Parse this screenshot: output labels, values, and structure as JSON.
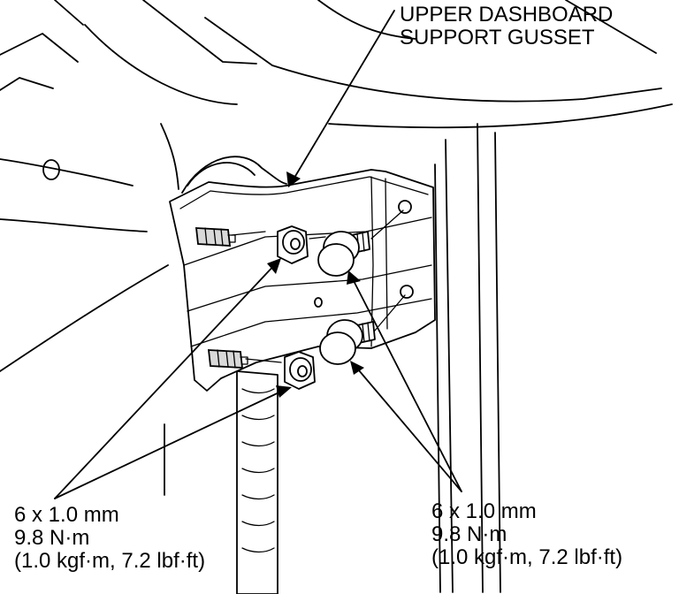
{
  "labels": {
    "gusset": {
      "line1": "UPPER DASHBOARD",
      "line2": "SUPPORT GUSSET"
    },
    "left_spec": {
      "line1": "6 x 1.0 mm",
      "line2": "9.8 N·m",
      "line3": "(1.0 kgf·m, 7.2 lbf·ft)"
    },
    "right_spec": {
      "line1": "6 x 1.0 mm",
      "line2": "9.8 N·m",
      "line3": "(1.0 kgf·m, 7.2 lbf·ft)"
    }
  },
  "colors": {
    "stroke": "#000000",
    "background": "#ffffff"
  }
}
